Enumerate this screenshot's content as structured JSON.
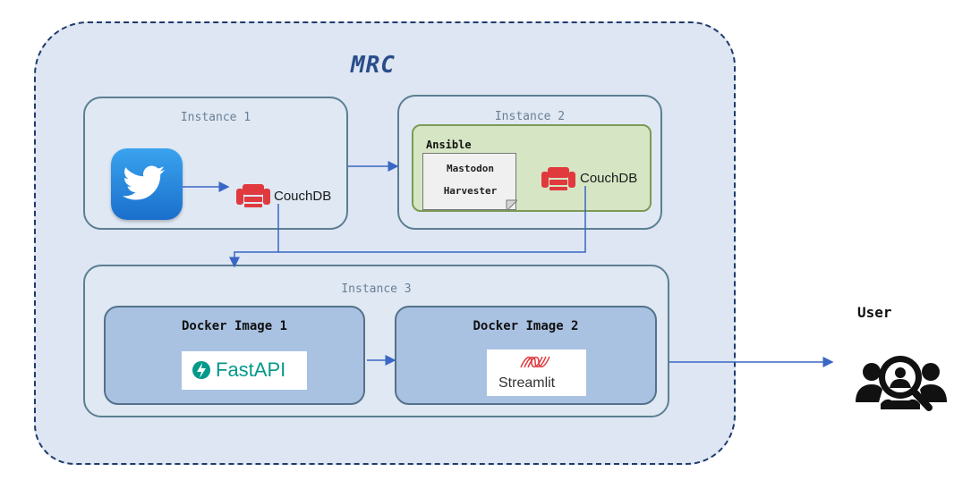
{
  "diagram": {
    "title": "MRC",
    "instance1": {
      "label": "Instance 1",
      "db_label": "CouchDB"
    },
    "instance2": {
      "label": "Instance 2",
      "ansible_label": "Ansible",
      "note_line1": "Mastodon",
      "note_line2": "Harvester",
      "db_label": "CouchDB"
    },
    "instance3": {
      "label": "Instance 3",
      "docker1_label": "Docker Image 1",
      "docker2_label": "Docker Image 2",
      "fastapi_label": "FastAPI",
      "streamlit_label": "Streamlit"
    },
    "user_label": "User"
  },
  "icons": [
    "twitter-icon",
    "couchdb-icon",
    "fastapi-icon",
    "streamlit-icon",
    "user-search-icon"
  ],
  "colors": {
    "mrc_fill": "#dde6f2",
    "instance_border": "#5c7f93",
    "ansible_fill": "#d6e6c4",
    "docker_fill": "#a9c2e2",
    "arrow": "#3a66c4",
    "couchdb_red": "#e0393e",
    "fastapi_teal": "#05998b",
    "streamlit_red": "#e0393e"
  }
}
